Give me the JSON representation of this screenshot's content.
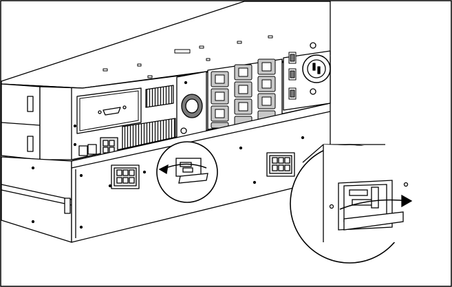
{
  "figure": {
    "caption": "",
    "components": [
      {
        "name": "upper-ups-chassis"
      },
      {
        "name": "lower-battery-chassis"
      },
      {
        "name": "outlet-panel",
        "outlet_count": 12
      },
      {
        "name": "serial-port"
      },
      {
        "name": "circuit-breakers",
        "count": 3
      },
      {
        "name": "twist-lock-input"
      },
      {
        "name": "battery-connector-left"
      },
      {
        "name": "battery-connector-right"
      },
      {
        "name": "connector-cover-callout-small"
      },
      {
        "name": "connector-cover-callout-large"
      }
    ],
    "colors": {
      "line": "#000000",
      "fill": "#ffffff",
      "panel": "#e6e6e6",
      "shade": "#c8c8c8",
      "dark": "#7a7a7a"
    }
  }
}
